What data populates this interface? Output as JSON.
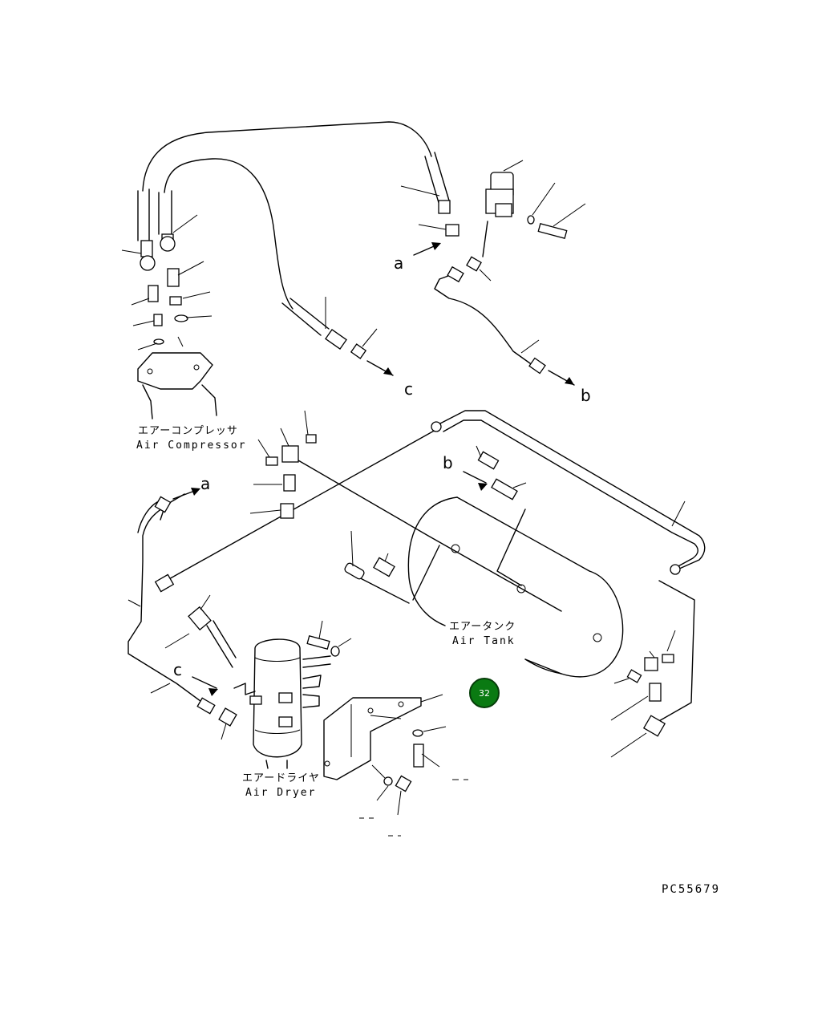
{
  "labels": {
    "air_compressor_jp": "エアーコンプレッサ",
    "air_compressor_en": "Air Compressor",
    "air_tank_jp": "エアータンク",
    "air_tank_en": "Air Tank",
    "air_dryer_jp": "エアードライヤ",
    "air_dryer_en": "Air Dryer"
  },
  "connection_markers": {
    "a_top": "a",
    "c_top": "c",
    "b_top": "b",
    "b_tank": "b",
    "a_left": "a",
    "c_left": "c"
  },
  "badge": {
    "number": "32",
    "color": "#0a7a12"
  },
  "drawing_code": "PC55679"
}
